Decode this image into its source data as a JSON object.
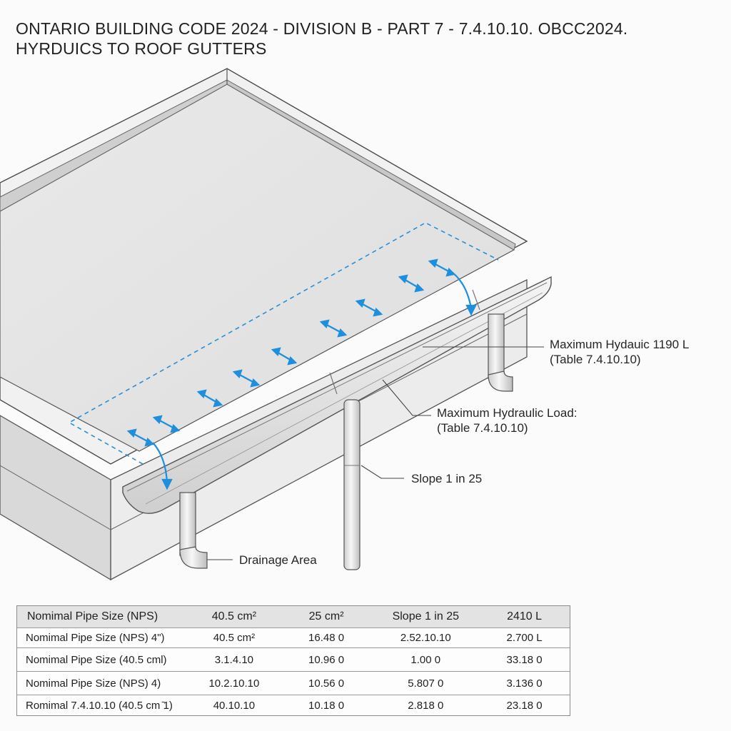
{
  "title": {
    "line1": "ONTARIO BUILDING CODE 2024 - DIVISION B - PART 7 - 7.4.10.10. OBCC2024.",
    "line2": "HYRDUICS TO ROOF GUTTERS"
  },
  "callouts": {
    "hydraulic_1190": {
      "line1": "Maximum Hydauic 1190 L",
      "line2": "(Table 7.4.10.10)"
    },
    "hydraulic_load": {
      "line1": "Maximum Hydraulic Load:",
      "line2": "(Table 7.4.10.10)"
    },
    "slope": {
      "line1": "Slope 1 in 25"
    },
    "drainage": {
      "line1": "Drainage Area"
    }
  },
  "table": {
    "headers": [
      "Nomimal Pipe Size (NPS)",
      "40.5 cm²",
      "25 cm²",
      "Slope 1 in 25",
      "2410 L"
    ],
    "rows": [
      [
        "Nomimal Pipe Size (NPS) 4\")",
        "40.5 cm²",
        "16.48 0",
        "2.52.10.10",
        "2.700 L"
      ],
      [
        "Nomimal Pipe Size (40.5 cml)",
        "3.1.4.10",
        "10.96 0",
        "1.00 0",
        "33.18 0"
      ],
      [
        "Nomimal Pipe Size (NPS) 4)",
        "10.2.10.10",
        "10.56 0",
        "5.807 0",
        "3.136 0"
      ],
      [
        "Romimal 7.4.10.10 (40.5 cm ̄1)",
        "40.10.10",
        "10.18 0",
        "2.818 0",
        "23.18 0"
      ]
    ]
  },
  "colors": {
    "flow_arrow": "#1d8fdc",
    "drainage_boundary": "#2b8fd6",
    "outline": "#4a4a4a",
    "roof_surface": "#e4e4e4",
    "table_header": "#e3e3e3"
  },
  "icons": [
    "flow-double-arrow-icon",
    "downspout-arrow-icon"
  ]
}
